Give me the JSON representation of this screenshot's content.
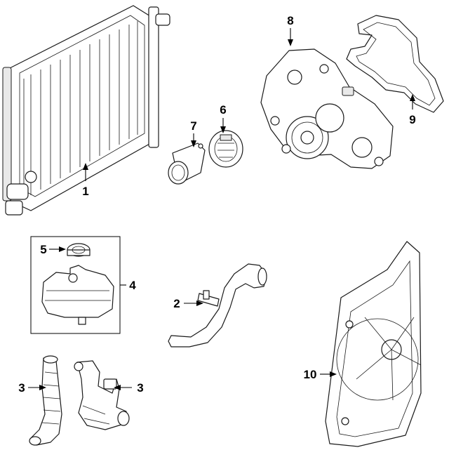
{
  "callouts": {
    "c1": "1",
    "c2": "2",
    "c3a": "3",
    "c3b": "3",
    "c4": "4",
    "c5": "5",
    "c6": "6",
    "c7": "7",
    "c8": "8",
    "c9": "9",
    "c10": "10"
  },
  "colors": {
    "line": "#1a1a1a",
    "background": "#ffffff"
  }
}
